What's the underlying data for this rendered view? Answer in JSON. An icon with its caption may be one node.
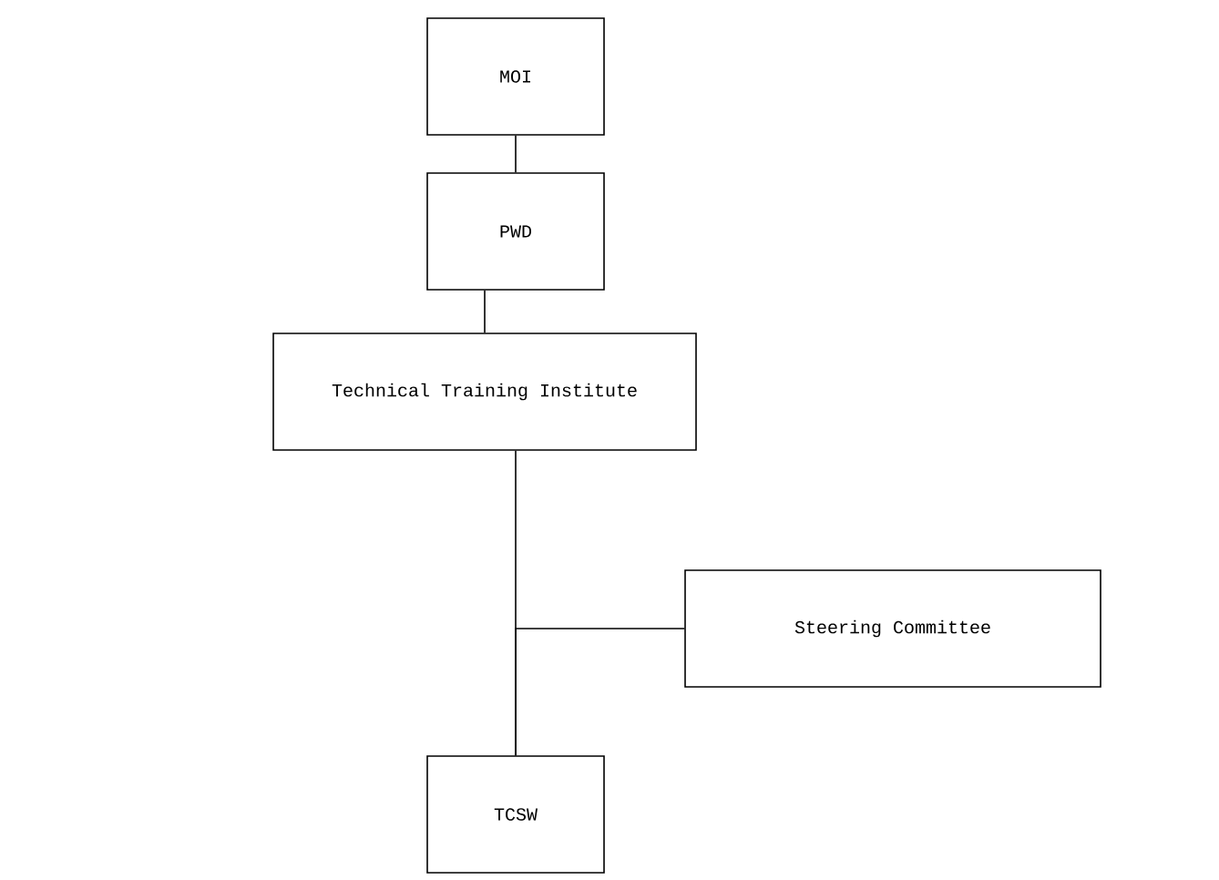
{
  "diagram": {
    "nodes": [
      {
        "text": [
          "MOI"
        ]
      },
      {
        "text": [
          "PWD"
        ]
      },
      {
        "text": [
          "Technical Training Institute"
        ]
      },
      {
        "text": [
          "Steering Committee"
        ]
      },
      {
        "text": [
          "TCSW"
        ]
      }
    ],
    "edges": [
      {
        "from": 0,
        "to": 1,
        "arrow": "none"
      },
      {
        "from": 1,
        "to": 2,
        "arrow": "none"
      },
      {
        "from": 2,
        "to": 4,
        "arrow": "none"
      },
      {
        "from": 3,
        "to": 4,
        "arrow": "none"
      }
    ]
  }
}
